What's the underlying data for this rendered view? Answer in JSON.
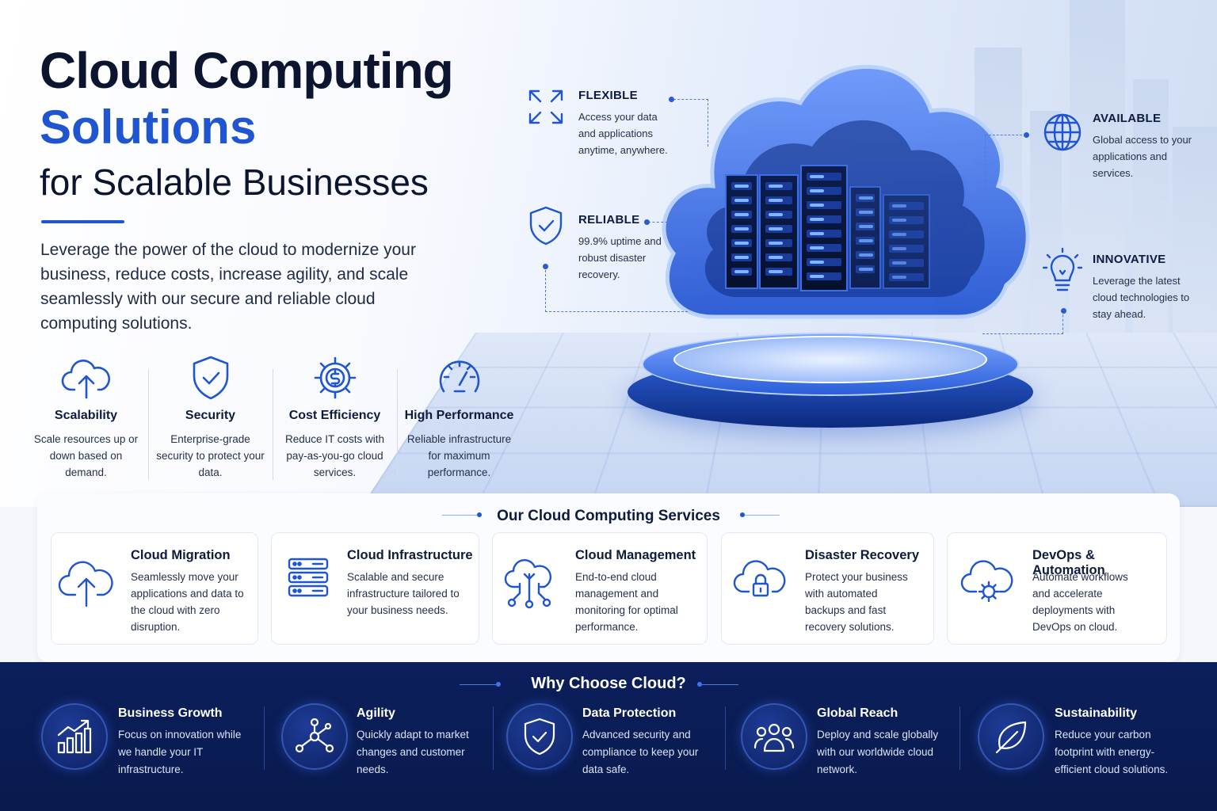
{
  "hero": {
    "title_line1": "Cloud Computing",
    "title_line2": "Solutions",
    "title_line3": "for Scalable Businesses",
    "description": "Leverage the power of the cloud to modernize your business, reduce costs, increase agility, and scale seamlessly with our secure and reliable cloud computing solutions."
  },
  "features": [
    {
      "icon": "cloud-upload-icon",
      "title": "Scalability",
      "desc": "Scale resources up or down based on demand."
    },
    {
      "icon": "shield-check-icon",
      "title": "Security",
      "desc": "Enterprise-grade security to protect your data."
    },
    {
      "icon": "gear-dollar-icon",
      "title": "Cost Efficiency",
      "desc": "Reduce IT costs with pay-as-you-go cloud services."
    },
    {
      "icon": "gauge-icon",
      "title": "High Performance",
      "desc": "Reliable infrastructure for maximum performance."
    }
  ],
  "callouts": {
    "flexible": {
      "icon": "expand-arrows-icon",
      "title": "FLEXIBLE",
      "desc": "Access your data and applications anytime, anywhere."
    },
    "reliable": {
      "icon": "shield-check-icon",
      "title": "RELIABLE",
      "desc": "99.9% uptime and robust disaster recovery."
    },
    "available": {
      "icon": "globe-icon",
      "title": "AVAILABLE",
      "desc": "Global access to your applications and services."
    },
    "innovative": {
      "icon": "lightbulb-icon",
      "title": "INNOVATIVE",
      "desc": "Leverage the latest cloud technologies to stay ahead."
    }
  },
  "services": {
    "heading": "Our Cloud Computing Services",
    "items": [
      {
        "icon": "cloud-upload-icon",
        "title": "Cloud Migration",
        "desc": "Seamlessly move your applications and data to the cloud with zero disruption."
      },
      {
        "icon": "server-stack-icon",
        "title": "Cloud Infrastructure",
        "desc": "Scalable and secure infrastructure tailored to your business needs."
      },
      {
        "icon": "cloud-network-icon",
        "title": "Cloud Management",
        "desc": "End-to-end cloud management and monitoring for optimal performance."
      },
      {
        "icon": "cloud-lock-icon",
        "title": "Disaster Recovery",
        "desc": "Protect your business with automated backups and fast recovery solutions."
      },
      {
        "icon": "cloud-gear-icon",
        "title": "DevOps & Automation",
        "desc": "Automate workflows and accelerate deployments with DevOps on cloud."
      }
    ]
  },
  "why": {
    "heading": "Why Choose Cloud?",
    "items": [
      {
        "icon": "growth-chart-icon",
        "title": "Business Growth",
        "desc": "Focus on innovation while we handle your IT infrastructure."
      },
      {
        "icon": "network-nodes-icon",
        "title": "Agility",
        "desc": "Quickly adapt to market changes and customer needs."
      },
      {
        "icon": "shield-check-icon",
        "title": "Data Protection",
        "desc": "Advanced security and compliance to keep your data safe."
      },
      {
        "icon": "people-icon",
        "title": "Global Reach",
        "desc": "Deploy and scale globally with our worldwide cloud network."
      },
      {
        "icon": "leaf-icon",
        "title": "Sustainability",
        "desc": "Reduce your carbon footprint with energy-efficient cloud solutions."
      }
    ]
  },
  "colors": {
    "accent": "#1f55d1",
    "navy": "#0b1f5c",
    "text": "#0d1b3d"
  }
}
